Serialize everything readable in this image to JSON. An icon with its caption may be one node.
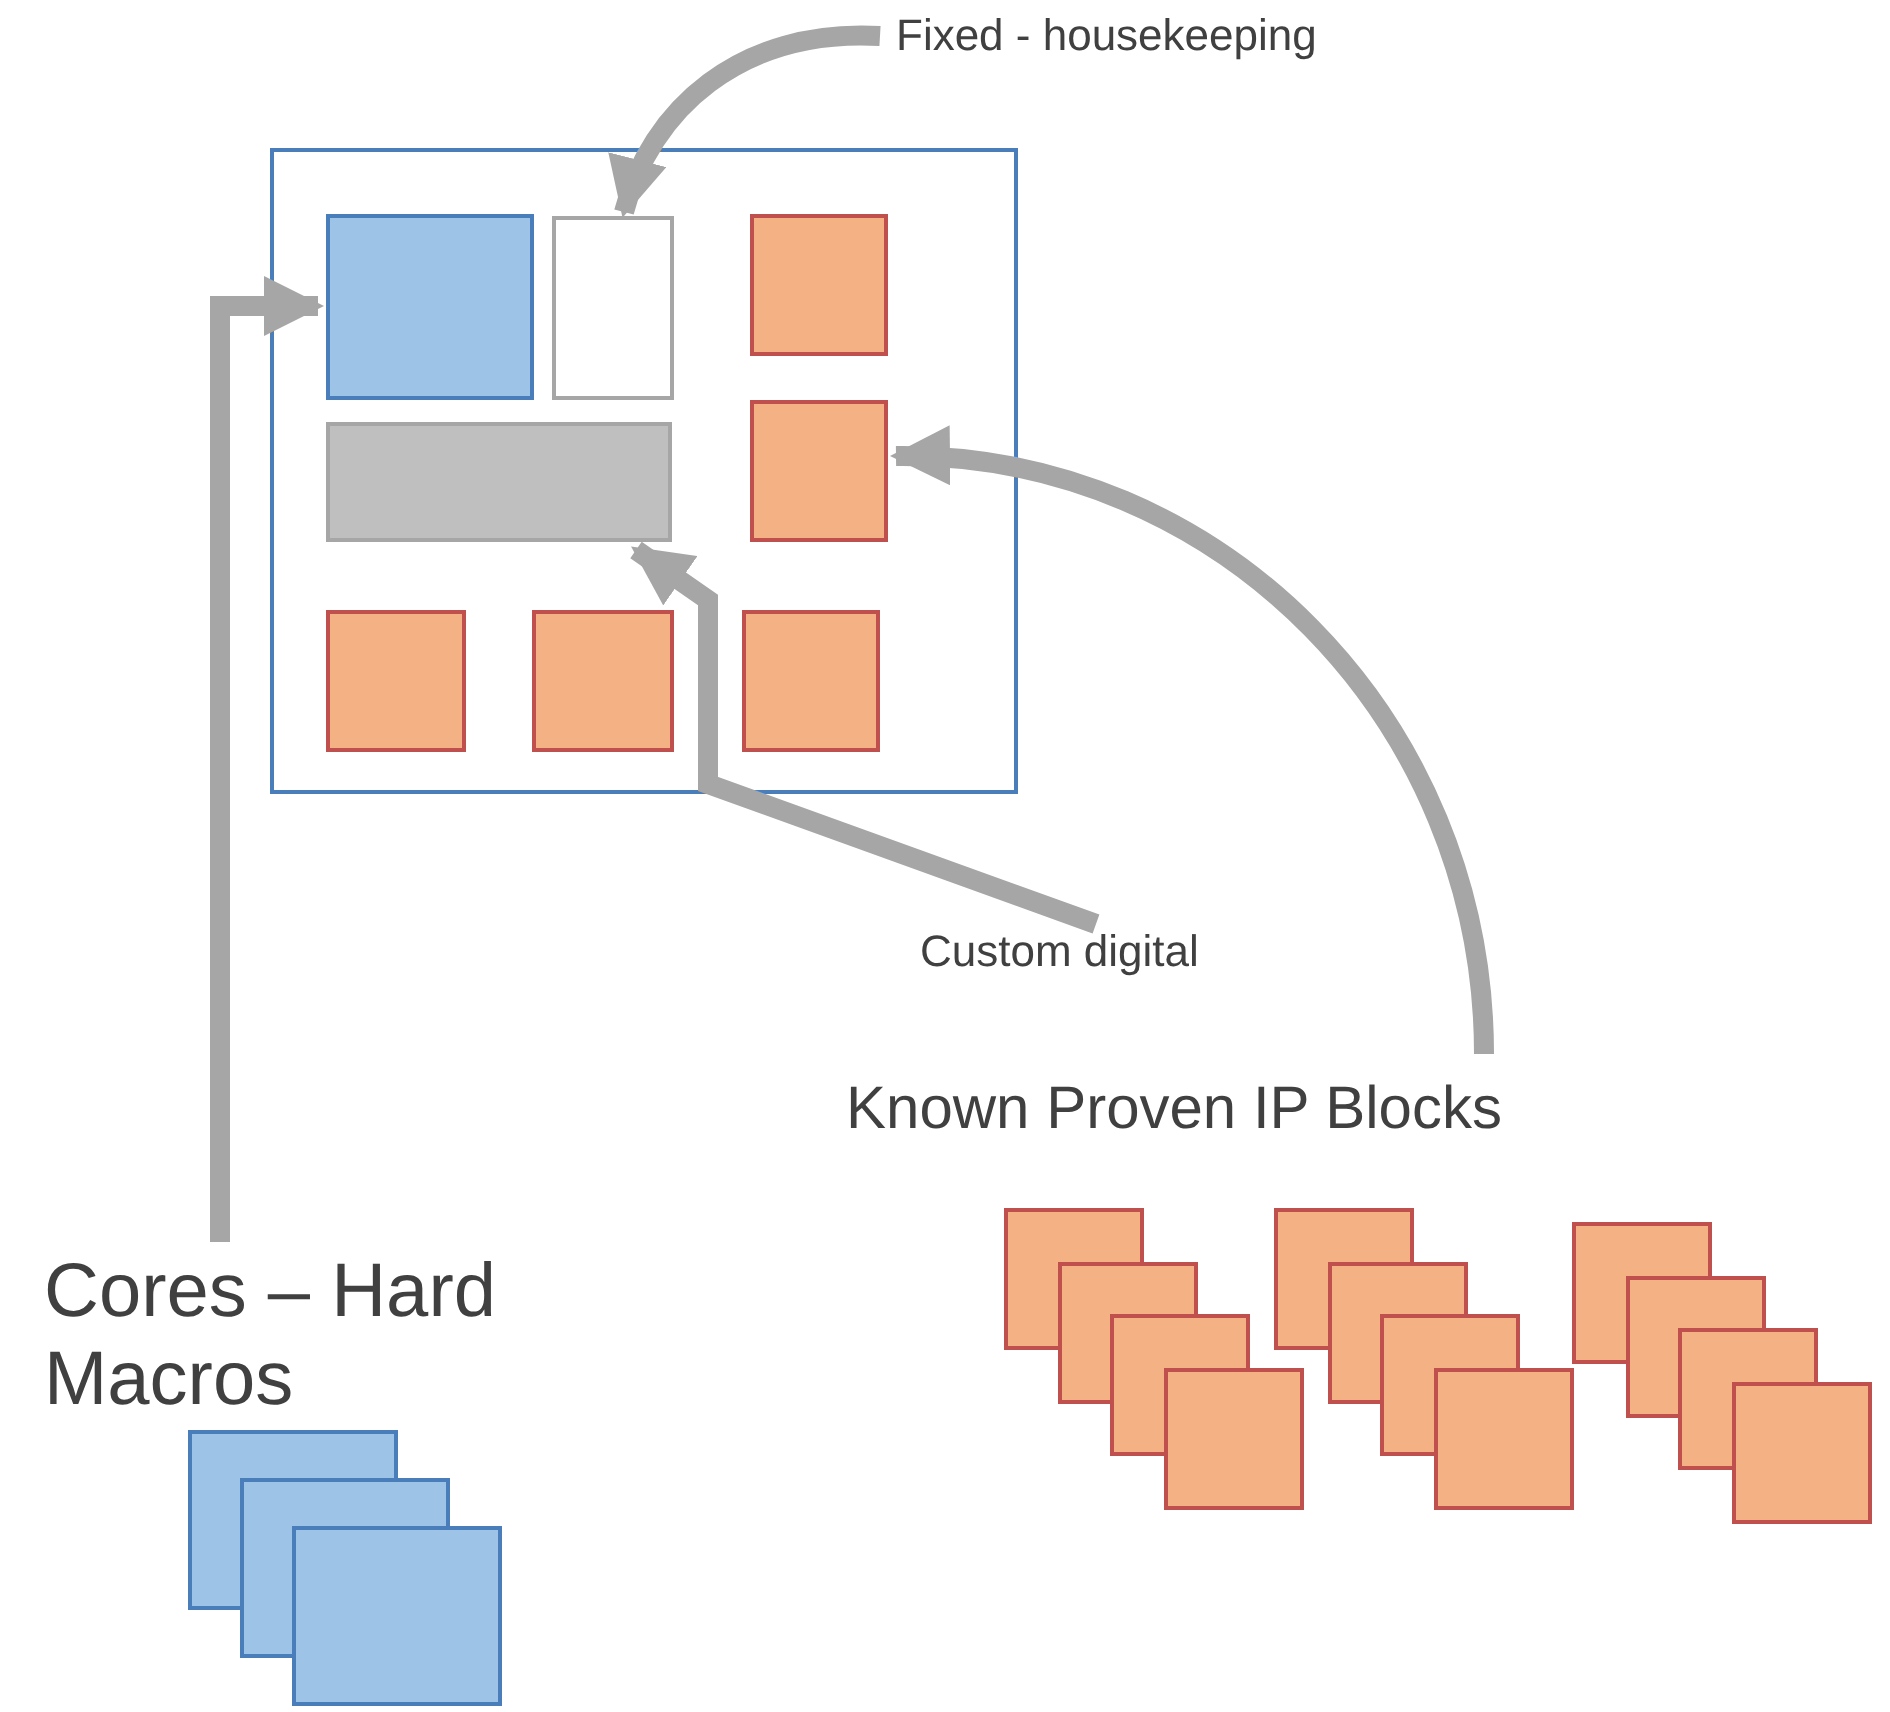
{
  "diagram": {
    "nodes": [
      {
        "text": [],
        "shape": "box"
      },
      {
        "text": [],
        "shape": "box",
        "in": 0
      },
      {
        "text": [],
        "shape": "box",
        "in": 0
      },
      {
        "text": [],
        "shape": "box",
        "in": 0
      },
      {
        "text": [],
        "shape": "box",
        "in": 0
      },
      {
        "text": [],
        "shape": "box",
        "in": 0
      },
      {
        "text": [],
        "shape": "box",
        "in": 0
      },
      {
        "text": [],
        "shape": "box",
        "in": 0
      },
      {
        "text": [],
        "shape": "box",
        "in": 0
      },
      {
        "text": [
          "Fixed - housekeeping"
        ]
      },
      {
        "text": [
          "Custom digital"
        ]
      },
      {
        "text": [
          "Known Proven IP Blocks"
        ]
      },
      {
        "text": [
          "Cores – Hard Macros"
        ]
      },
      {
        "text": [],
        "shape": "stack"
      },
      {
        "text": [],
        "shape": "stack"
      },
      {
        "text": [],
        "shape": "stack"
      },
      {
        "text": [],
        "shape": "stack"
      }
    ],
    "edges": [
      {
        "from": 9,
        "to": 2,
        "arrow": "to"
      },
      {
        "from": 10,
        "to": 4,
        "arrow": "to"
      },
      {
        "from": 11,
        "to": 5,
        "arrow": "to"
      },
      {
        "from": 12,
        "to": 1,
        "arrow": "to"
      }
    ]
  }
}
